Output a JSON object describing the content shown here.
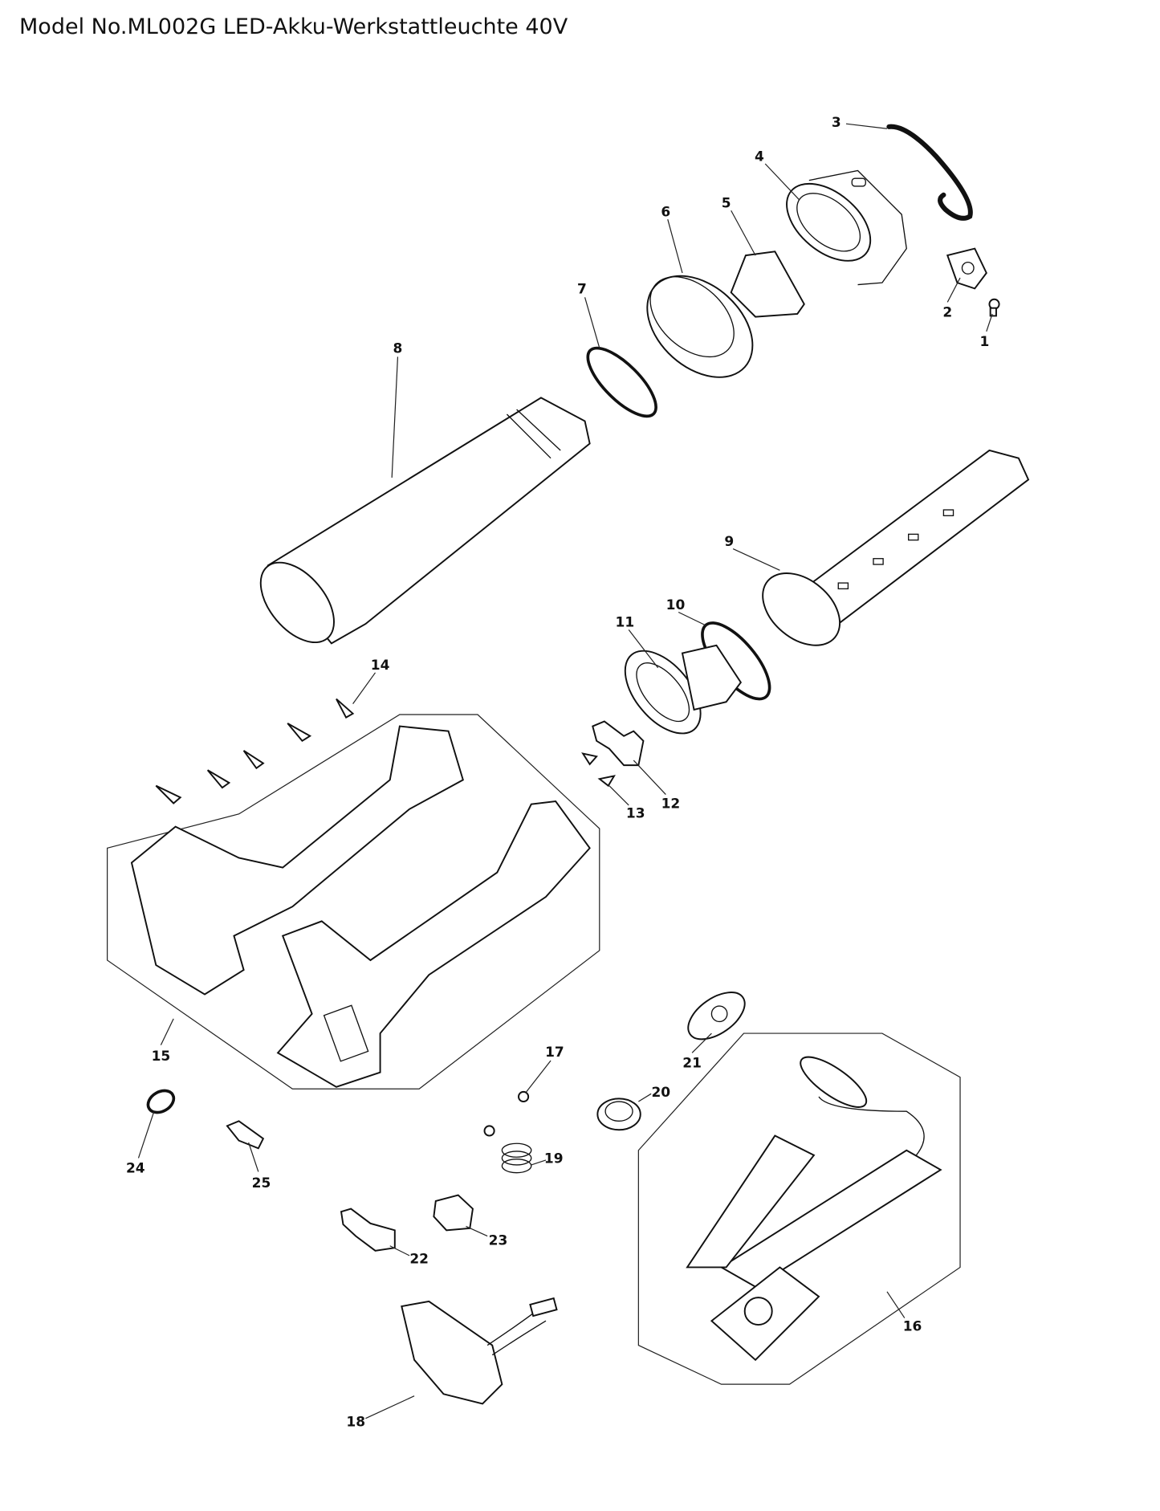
{
  "title": "Model No.ML002G LED-Akku-Werkstattleuchte 40V",
  "labels": {
    "p1": "1",
    "p2": "2",
    "p3": "3",
    "p4": "4",
    "p5": "5",
    "p6": "6",
    "p7": "7",
    "p8": "8",
    "p9": "9",
    "p10": "10",
    "p11": "11",
    "p12": "12",
    "p13": "13",
    "p14": "14",
    "p15": "15",
    "p16": "16",
    "p17": "17",
    "p18": "18",
    "p19": "19",
    "p20": "20",
    "p21": "21",
    "p22": "22",
    "p23": "23",
    "p24": "24",
    "p25": "25"
  }
}
